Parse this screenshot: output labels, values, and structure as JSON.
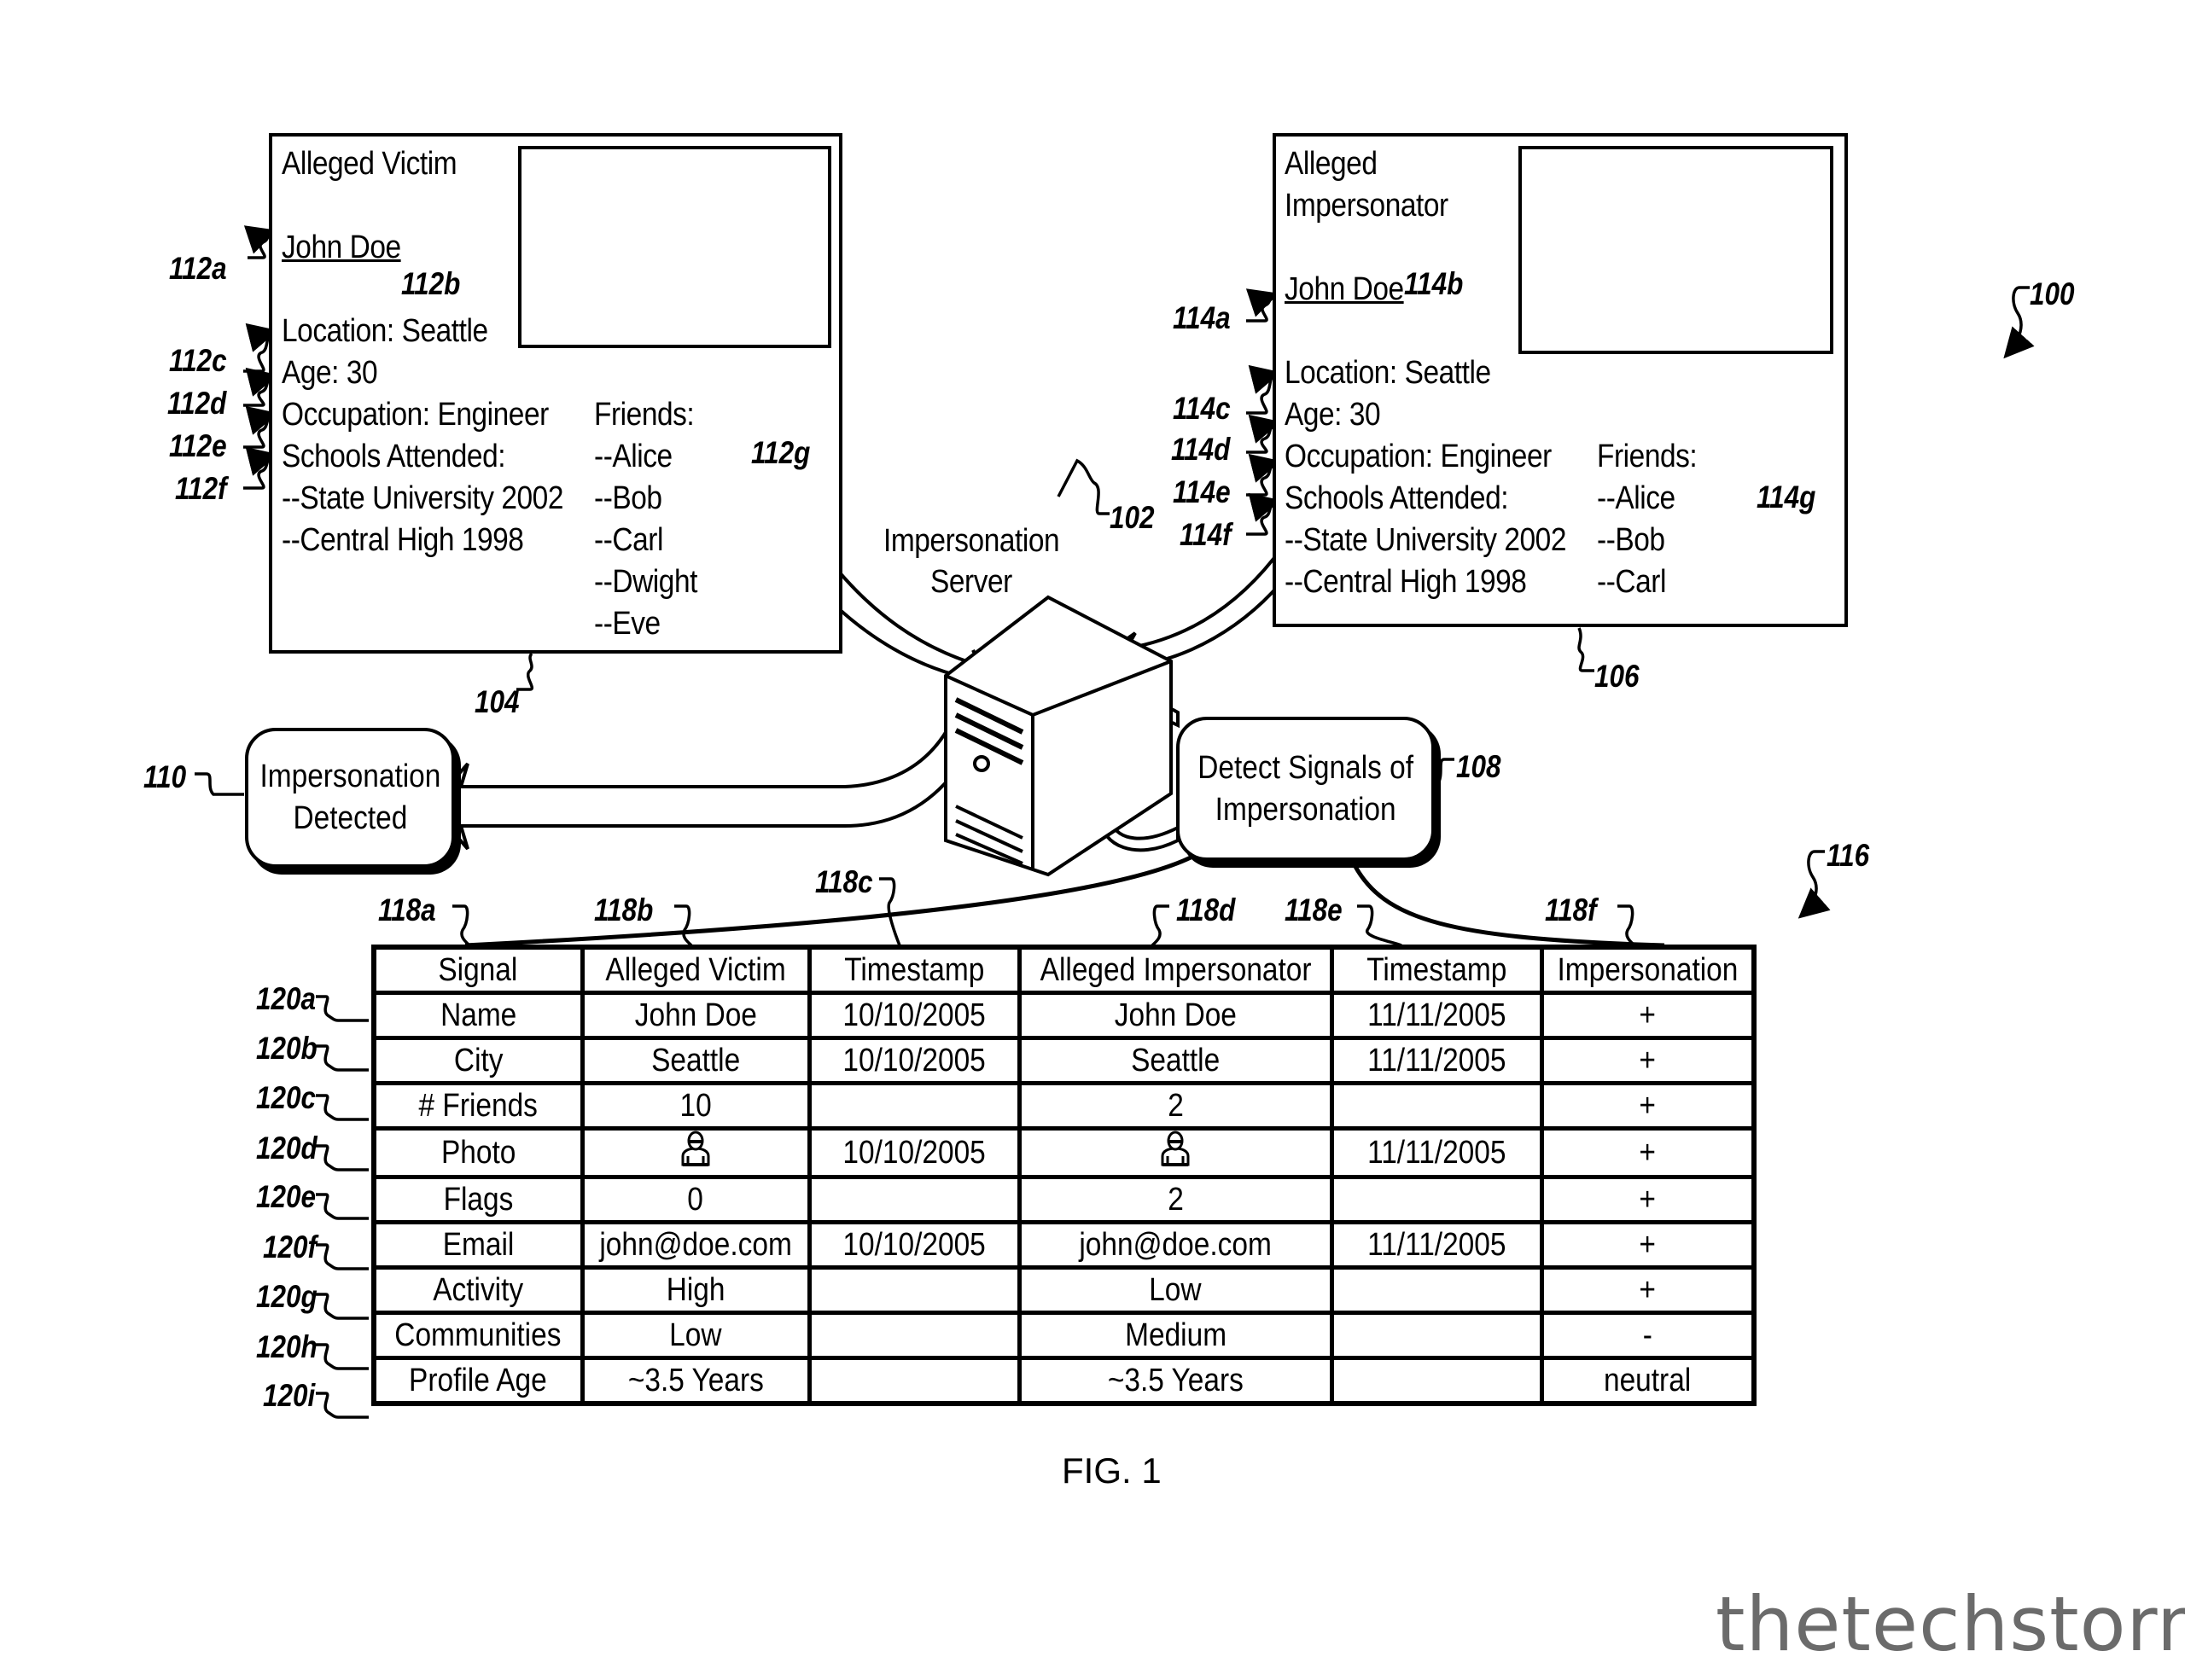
{
  "figure": {
    "caption": "FIG. 1",
    "system_ref": "100",
    "watermark": "thetechstorm"
  },
  "victim_profile": {
    "ref": "104",
    "heading": "Alleged Victim",
    "name": "John Doe",
    "name_ref": "112a",
    "photo_ref": "112b",
    "location": "Location: Seattle",
    "location_ref": "112c",
    "age": "Age: 30",
    "age_ref": "112d",
    "occupation": "Occupation: Engineer",
    "occupation_ref": "112e",
    "schools_label": "Schools Attended:",
    "schools_ref": "112f",
    "schools": [
      "--State University 2002",
      "--Central High 1998"
    ],
    "friends_label": "Friends:",
    "friends_ref": "112g",
    "friends": [
      "--Alice",
      "--Bob",
      "--Carl",
      "--Dwight",
      "--Eve"
    ]
  },
  "impersonator_profile": {
    "ref": "106",
    "heading_line1": "Alleged",
    "heading_line2": "Impersonator",
    "name": "John Doe",
    "name_ref": "114a",
    "photo_ref": "114b",
    "location": "Location: Seattle",
    "location_ref": "114c",
    "age": "Age: 30",
    "age_ref": "114d",
    "occupation": "Occupation: Engineer",
    "occupation_ref": "114e",
    "schools_label": "Schools Attended:",
    "schools_ref": "114f",
    "schools": [
      "--State University 2002",
      "--Central High 1998"
    ],
    "friends_label": "Friends:",
    "friends_ref": "114g",
    "friends": [
      "--Alice",
      "--Bob",
      "--Carl"
    ]
  },
  "server": {
    "ref": "102",
    "label_line1": "Impersonation",
    "label_line2": "Server"
  },
  "detect_signals": {
    "ref": "108",
    "line1": "Detect Signals of",
    "line2": "Impersonation"
  },
  "impersonation_detected": {
    "ref": "110",
    "line1": "Impersonation",
    "line2": "Detected"
  },
  "signal_table": {
    "ref": "116",
    "column_refs": [
      "118a",
      "118b",
      "118c",
      "118d",
      "118e",
      "118f"
    ],
    "headers": [
      "Signal",
      "Alleged Victim",
      "Timestamp",
      "Alleged Impersonator",
      "Timestamp",
      "Impersonation"
    ],
    "row_refs": [
      "120a",
      "120b",
      "120c",
      "120d",
      "120e",
      "120f",
      "120g",
      "120h",
      "120i"
    ],
    "rows": [
      [
        "Name",
        "John Doe",
        "10/10/2005",
        "John Doe",
        "11/11/2005",
        "+"
      ],
      [
        "City",
        "Seattle",
        "10/10/2005",
        "Seattle",
        "11/11/2005",
        "+"
      ],
      [
        "# Friends",
        "10",
        "",
        "2",
        "",
        "+"
      ],
      [
        "Photo",
        "[person-icon]",
        "10/10/2005",
        "[person-icon]",
        "11/11/2005",
        "+"
      ],
      [
        "Flags",
        "0",
        "",
        "2",
        "",
        "+"
      ],
      [
        "Email",
        "john@doe.com",
        "10/10/2005",
        "john@doe.com",
        "11/11/2005",
        "+"
      ],
      [
        "Activity",
        "High",
        "",
        "Low",
        "",
        "+"
      ],
      [
        "Communities",
        "Low",
        "",
        "Medium",
        "",
        "-"
      ],
      [
        "Profile Age",
        "~3.5 Years",
        "",
        "~3.5 Years",
        "",
        "neutral"
      ]
    ]
  }
}
